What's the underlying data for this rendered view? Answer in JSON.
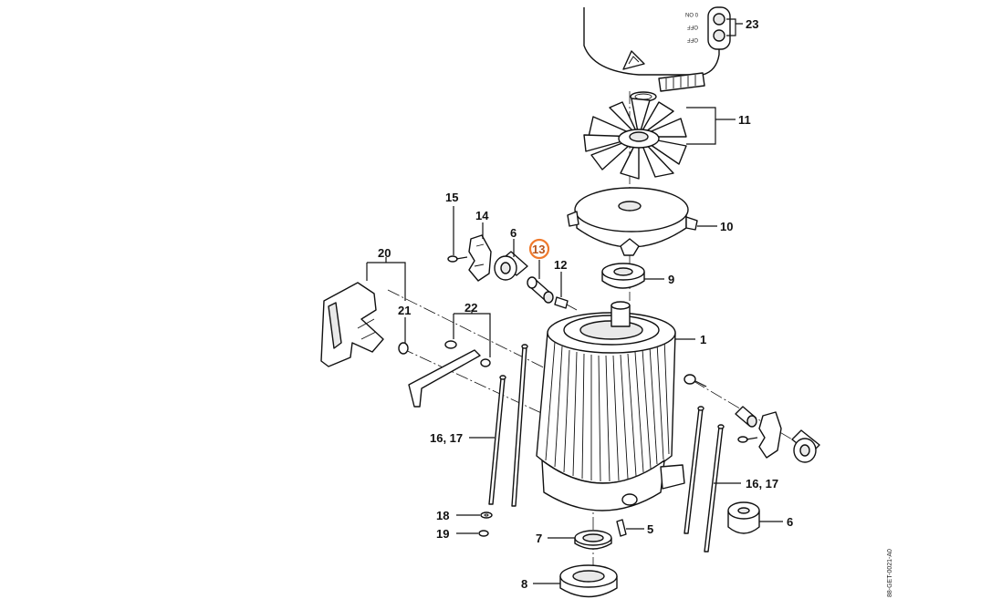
{
  "diagram": {
    "doc_id": "88-GET-0021-A0",
    "highlight_color": "#f07a2c",
    "callouts": [
      {
        "key": "c23",
        "label": "23"
      },
      {
        "key": "c11",
        "label": "11"
      },
      {
        "key": "c10",
        "label": "10"
      },
      {
        "key": "c15",
        "label": "15"
      },
      {
        "key": "c14",
        "label": "14"
      },
      {
        "key": "c6a",
        "label": "6"
      },
      {
        "key": "c13",
        "label": "13",
        "highlighted": true
      },
      {
        "key": "c12",
        "label": "12"
      },
      {
        "key": "c9",
        "label": "9"
      },
      {
        "key": "c20",
        "label": "20"
      },
      {
        "key": "c21",
        "label": "21"
      },
      {
        "key": "c22",
        "label": "22"
      },
      {
        "key": "c1",
        "label": "1"
      },
      {
        "key": "c1617a",
        "label": "16, 17"
      },
      {
        "key": "c1617b",
        "label": "16, 17"
      },
      {
        "key": "c18",
        "label": "18"
      },
      {
        "key": "c19",
        "label": "19"
      },
      {
        "key": "c7",
        "label": "7"
      },
      {
        "key": "c5",
        "label": "5"
      },
      {
        "key": "c6b",
        "label": "6"
      },
      {
        "key": "c8",
        "label": "8"
      }
    ],
    "cover_labels": [
      "0 ON",
      "OFF",
      "OFF"
    ]
  }
}
